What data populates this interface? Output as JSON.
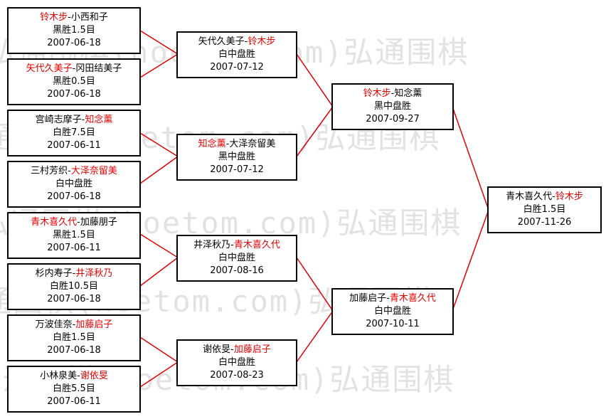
{
  "watermark": "弘通围棋(hoetom.com)弘通围棋",
  "colors": {
    "winner": "#e00000",
    "line": "#e00000",
    "border": "#000000",
    "watermark": "#e2e2e2"
  },
  "matches": [
    {
      "p1": "铃木步",
      "p2": "小西和子",
      "winner": 1,
      "result": "黑胜1.5目",
      "date": "2007-06-18"
    },
    {
      "p1": "矢代久美子",
      "p2": "冈田结美子",
      "winner": 1,
      "result": "黑胜0.5目",
      "date": "2007-06-18"
    },
    {
      "p1": "宫崎志摩子",
      "p2": "知念薰",
      "winner": 2,
      "result": "白胜7.5目",
      "date": "2007-06-11"
    },
    {
      "p1": "三村芳织",
      "p2": "大泽奈留美",
      "winner": 2,
      "result": "白中盘胜",
      "date": "2007-06-18"
    },
    {
      "p1": "青木喜久代",
      "p2": "加藤朋子",
      "winner": 1,
      "result": "黑胜1.5目",
      "date": "2007-06-11"
    },
    {
      "p1": "杉内寿子",
      "p2": "井泽秋乃",
      "winner": 2,
      "result": "白胜10.5目",
      "date": "2007-06-18"
    },
    {
      "p1": "万波佳奈",
      "p2": "加藤启子",
      "winner": 2,
      "result": "白胜1.5目",
      "date": "2007-06-18"
    },
    {
      "p1": "小林泉美",
      "p2": "谢依旻",
      "winner": 2,
      "result": "白胜5.5目",
      "date": "2007-06-11"
    },
    {
      "p1": "矢代久美子",
      "p2": "铃木步",
      "winner": 2,
      "result": "白中盘胜",
      "date": "2007-07-12"
    },
    {
      "p1": "知念薰",
      "p2": "大泽奈留美",
      "winner": 1,
      "result": "黑中盘胜",
      "date": "2007-07-12"
    },
    {
      "p1": "井泽秋乃",
      "p2": "青木喜久代",
      "winner": 2,
      "result": "白中盘胜",
      "date": "2007-08-16"
    },
    {
      "p1": "谢依旻",
      "p2": "加藤启子",
      "winner": 2,
      "result": "白中盘胜",
      "date": "2007-08-23"
    },
    {
      "p1": "铃木步",
      "p2": "知念薰",
      "winner": 1,
      "result": "黑中盘胜",
      "date": "2007-09-27"
    },
    {
      "p1": "加藤启子",
      "p2": "青木喜久代",
      "winner": 2,
      "result": "白中盘胜",
      "date": "2007-10-11"
    },
    {
      "p1": "青木喜久代",
      "p2": "铃木步",
      "winner": 2,
      "result": "白胜1.5目",
      "date": "2007-11-26"
    }
  ]
}
